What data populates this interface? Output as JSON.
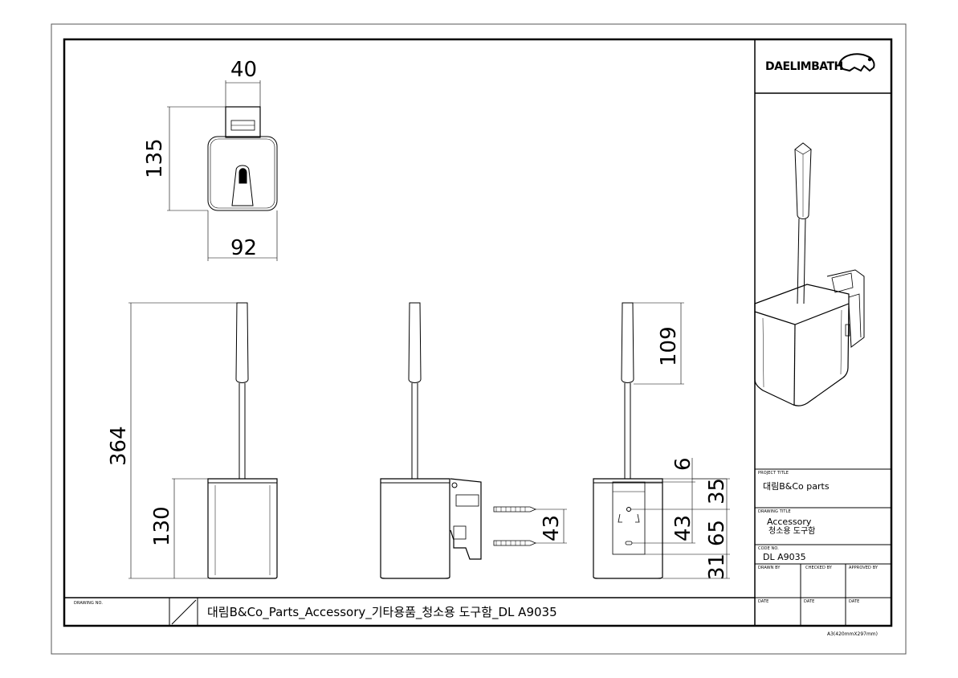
{
  "brand": {
    "logo_text": "DAELIMBATH"
  },
  "dimensions": {
    "top_width": "40",
    "top_height": "135",
    "top_base": "92",
    "total_height": "364",
    "container_height": "130",
    "screw_spacing": "43",
    "handle_top": "109",
    "gap_top": "6",
    "seg_35": "35",
    "seg_43": "43",
    "seg_65": "65",
    "seg_31": "31"
  },
  "title_block": {
    "project_title_label": "PROJECT TITLE",
    "project_title": "대림B&Co parts",
    "drawing_title_label": "DRAWING TITLE",
    "drawing_title_line1": "Accessory",
    "drawing_title_line2": "청소용 도구함",
    "code_no_label": "CODE NO.",
    "code_no": "DL A9035",
    "drawn_by": "DRAWN BY",
    "checked_by": "CHECKED BY",
    "approved_by": "APPROVED BY",
    "date1": "DATE",
    "date2": "DATE",
    "date3": "DATE"
  },
  "bottom_bar": {
    "drawing_no_label": "DRAWING NO.",
    "drawing_name": "대림B&Co_Parts_Accessory_기타용품_청소용 도구함_DL A9035"
  },
  "paper_size": "A3(420mmX297mm)"
}
